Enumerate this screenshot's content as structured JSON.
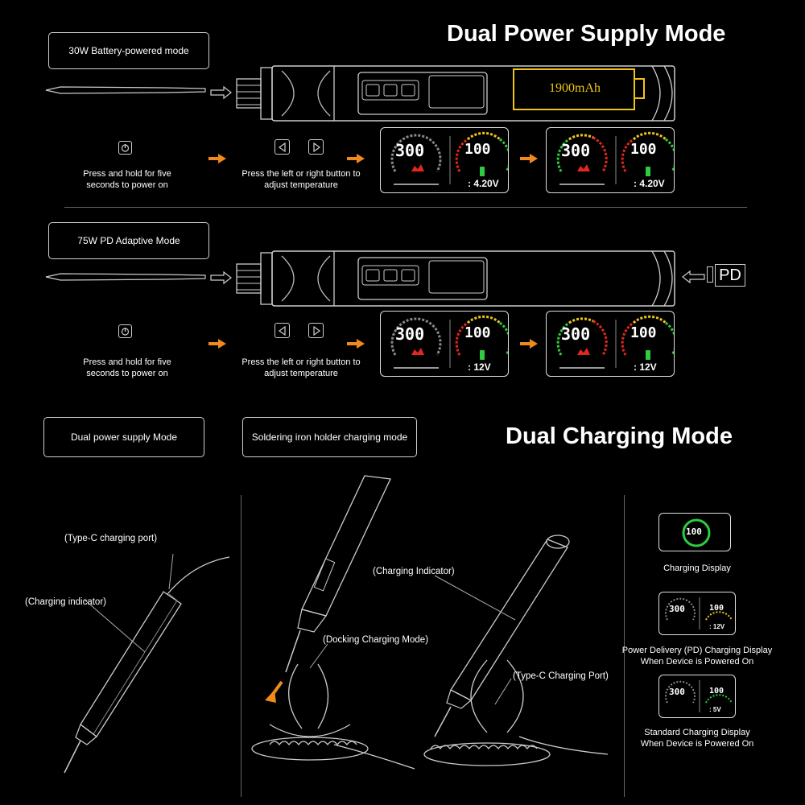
{
  "supply": {
    "title": "Dual Power Supply Mode",
    "battery_mode": {
      "label": "30W Battery-powered mode",
      "capacity": "1900mAh",
      "step1": "Press and hold for five seconds to power on",
      "step2": "Press the left or right button to adjust temperature",
      "display_a": {
        "temp": "300",
        "percent": "100",
        "status": ": 4.20V"
      },
      "display_b": {
        "temp": "300",
        "percent": "100",
        "status": ": 4.20V"
      }
    },
    "pd_mode": {
      "label": "75W PD Adaptive Mode",
      "pd_tag": "PD",
      "step1": "Press and hold for five seconds to power on",
      "step2": "Press the left or right button to adjust temperature",
      "display_a": {
        "temp": "300",
        "percent": "100",
        "status": ": 12V"
      },
      "display_b": {
        "temp": "300",
        "percent": "100",
        "status": ": 12V"
      }
    }
  },
  "charging": {
    "title": "Dual Charging Mode",
    "tab_dual": "Dual power supply Mode",
    "tab_holder": "Soldering iron holder charging mode",
    "labels": {
      "type_c_port": "(Type-C charging port)",
      "charging_indicator": "(Charging indicator)",
      "charging_indicator_2": "(Charging Indicator)",
      "docking": "(Docking Charging Mode)",
      "type_c_port_2": "(Type-C Charging Port)"
    },
    "side": {
      "charging_display": {
        "value": "100",
        "caption": "Charging Display"
      },
      "pd_display": {
        "temp": "300",
        "percent": "100",
        "status": ": 12V",
        "caption": "Power Delivery (PD) Charging Display When Device is Powered On"
      },
      "std_display": {
        "temp": "300",
        "percent": "100",
        "status": ": 5V",
        "caption": "Standard Charging Display When Device is Powered On"
      }
    }
  },
  "colors": {
    "accent_arrow": "#f08a1c",
    "green": "#2ecc40",
    "red": "#e0281e",
    "yellow": "#f0c419"
  }
}
